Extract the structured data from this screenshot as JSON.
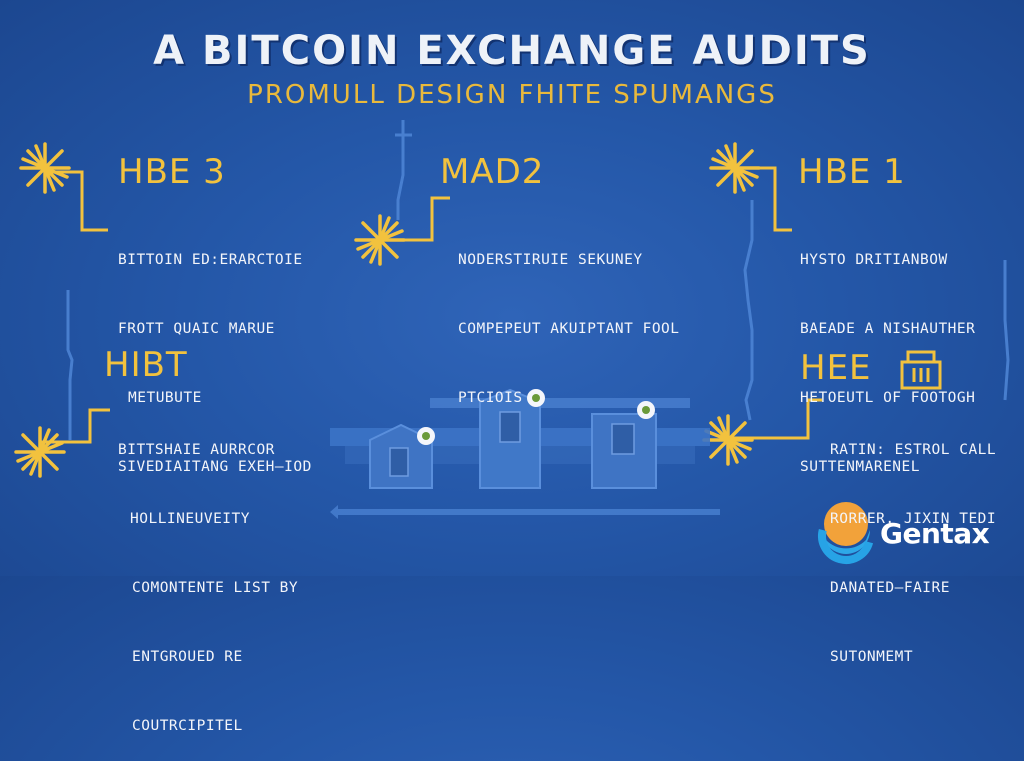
{
  "header": {
    "title": "A BITCOIN EXCHANGE AUDITS",
    "subtitle": "PROMULL DESIGN FHITE SPUMANGS"
  },
  "panels": [
    {
      "id": "top-left",
      "heading": "HBE 3",
      "lines": [
        "BITTOIN ED:ERARCTOIE",
        "FROTT QUAIC MARUE",
        "METUBUTE",
        "SIVEDIAITANG EXEH—IOD"
      ]
    },
    {
      "id": "top-center",
      "heading": "MAD2",
      "lines": [
        "NODERSTIRUIE SEKUNEY",
        "COMPEPEUT AKUIPTANT FOOL",
        "PTCIOIS"
      ]
    },
    {
      "id": "top-right",
      "heading": "HBE 1",
      "lines": [
        "HYSTO DRITIANBOW",
        "BAEADE A NISHAUTHER",
        "HETOEUTL OF FOOTOGH",
        "SUTTENMARENEL"
      ]
    },
    {
      "id": "bottom-left",
      "heading": "HIBT",
      "lines": [
        "BITTSHAIE AURRCOR",
        "HOLLINEUVEITY",
        "COMONTENTE LIST BY",
        "ENTGROUED RE",
        "COUTRCIPITEL"
      ]
    },
    {
      "id": "bottom-right",
      "heading": "HEE",
      "lines": [
        "RATIN: ESTROL CALL",
        "RORRER. JIXIN TEDI",
        "DANATED—FAIRE",
        "SUTONMEMT"
      ]
    }
  ],
  "logo": {
    "text": "Gentax"
  },
  "colors": {
    "background": "#2457a8",
    "accent_gold": "#f2c23e",
    "line_blue": "#4f86d6",
    "text_white": "#f3f5fa"
  },
  "icons": [
    "sunburst-icon",
    "building-icon",
    "tower-icon",
    "padlock-icon",
    "coin-badge-icon",
    "gentax-logo-icon"
  ]
}
